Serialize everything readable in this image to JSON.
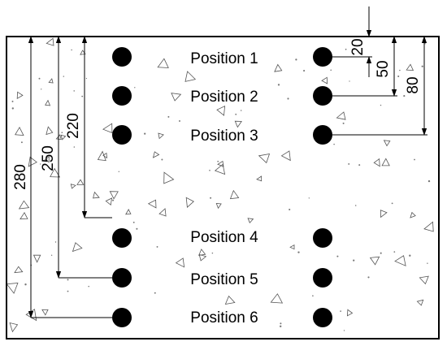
{
  "positions": [
    {
      "label": "Position 1"
    },
    {
      "label": "Position 2"
    },
    {
      "label": "Position 3"
    },
    {
      "label": "Position 4"
    },
    {
      "label": "Position 5"
    },
    {
      "label": "Position 6"
    }
  ],
  "dimensions": {
    "d280": "280",
    "d250": "250",
    "d220": "220",
    "d20": "20",
    "d50": "50",
    "d80": "80"
  }
}
